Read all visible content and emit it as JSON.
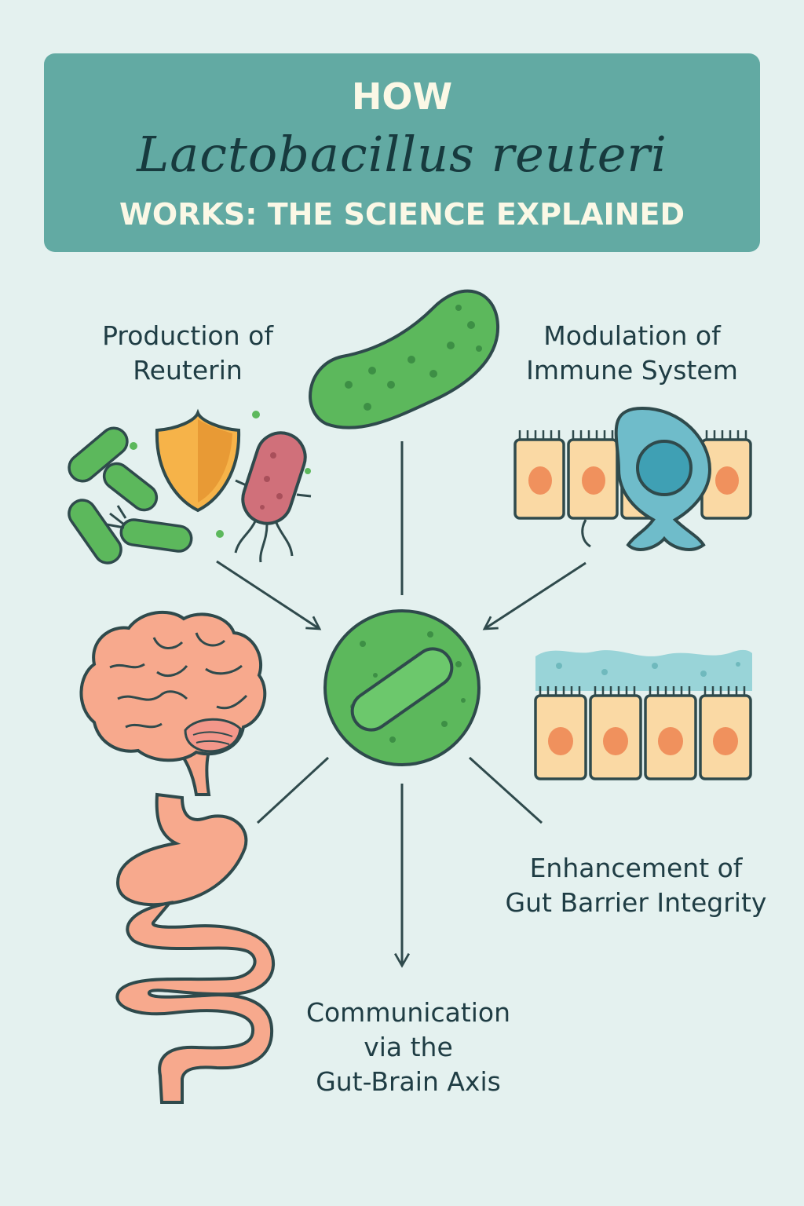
{
  "banner": {
    "line1": "HOW",
    "species": "Lactobacillus reuteri",
    "line3": "WORKS: THE SCIENCE EXPLAINED"
  },
  "mechanisms": {
    "reuterin": [
      "Production of",
      "Reuterin"
    ],
    "immune": [
      "Modulation of",
      "Immune System"
    ],
    "barrier": [
      "Enhancement of",
      "Gut Barrier Integrity"
    ],
    "gut_brain": [
      "Communication",
      "via the",
      "Gut-Brain Axis"
    ]
  },
  "colors": {
    "background": "#e4f1ef",
    "banner": "#62aaa3",
    "bacteria_green": "#5cb85c",
    "cell_tan": "#fad9a4",
    "nucleus": "#f0915d",
    "immune_blue": "#6fbcca",
    "organ_pink": "#f7a98d",
    "pathogen_red": "#d0707a",
    "shield_orange": "#f6b349",
    "outline": "#2f4a4c"
  }
}
